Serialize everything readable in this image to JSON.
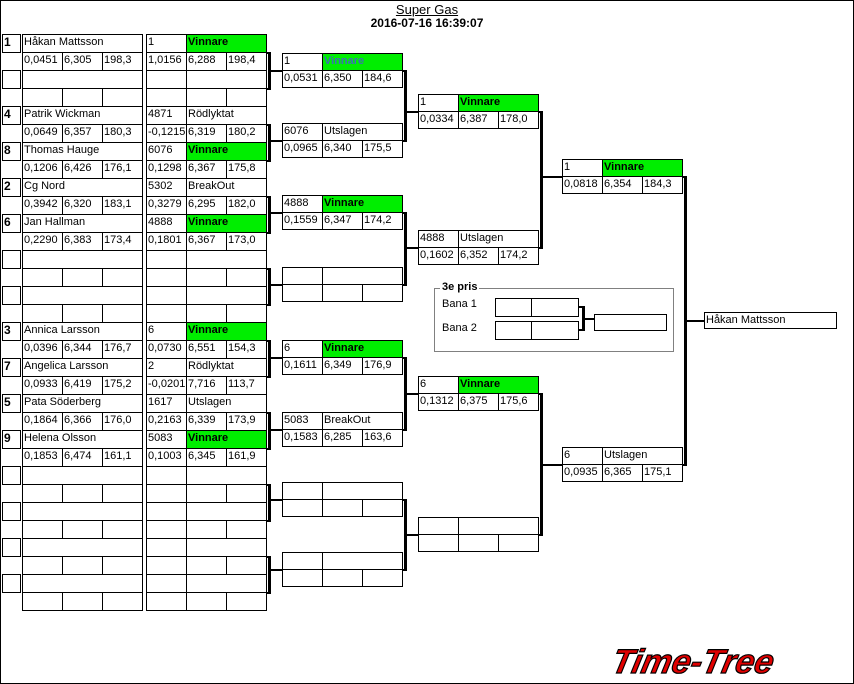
{
  "header": {
    "title": "Super Gas",
    "timestamp": "2016-07-16 16:39:07"
  },
  "colors": {
    "winner_bg": "#00ee00",
    "selected_text": "#3d6fb5",
    "logo_red": "#e00000"
  },
  "round1": [
    {
      "seed": "1",
      "name": "Håkan Mattsson",
      "reaction": "0,0451",
      "et": "6,305",
      "speed": "198,3",
      "result": {
        "id": "1",
        "status": "Vinnare",
        "reaction": "1,0156",
        "et": "6,288",
        "speed": "198,4"
      }
    },
    null,
    {
      "seed": "4",
      "name": "Patrik Wickman",
      "reaction": "0,0649",
      "et": "6,357",
      "speed": "180,3",
      "result": {
        "id": "4871",
        "status": "Rödlyktat",
        "reaction": "-0,1215",
        "et": "6,319",
        "speed": "180,2"
      }
    },
    {
      "seed": "8",
      "name": "Thomas Hauge",
      "reaction": "0,1206",
      "et": "6,426",
      "speed": "176,1",
      "result": {
        "id": "6076",
        "status": "Vinnare",
        "reaction": "0,1298",
        "et": "6,367",
        "speed": "175,8"
      }
    },
    {
      "seed": "2",
      "name": "Cg Nord",
      "reaction": "0,3942",
      "et": "6,320",
      "speed": "183,1",
      "result": {
        "id": "5302",
        "status": "BreakOut",
        "reaction": "0,3279",
        "et": "6,295",
        "speed": "182,0"
      }
    },
    {
      "seed": "6",
      "name": "Jan Hallman",
      "reaction": "0,2290",
      "et": "6,383",
      "speed": "173,4",
      "result": {
        "id": "4888",
        "status": "Vinnare",
        "reaction": "0,1801",
        "et": "6,367",
        "speed": "173,0"
      }
    },
    null,
    null,
    {
      "seed": "3",
      "name": "Annica Larsson",
      "reaction": "0,0396",
      "et": "6,344",
      "speed": "176,7",
      "result": {
        "id": "6",
        "status": "Vinnare",
        "reaction": "0,0730",
        "et": "6,551",
        "speed": "154,3"
      }
    },
    {
      "seed": "7",
      "name": "Angelica Larsson",
      "reaction": "0,0933",
      "et": "6,419",
      "speed": "175,2",
      "result": {
        "id": "2",
        "status": "Rödlyktat",
        "reaction": "-0,0201",
        "et": "7,716",
        "speed": "113,7"
      }
    },
    {
      "seed": "5",
      "name": "Pata Söderberg",
      "reaction": "0,1864",
      "et": "6,366",
      "speed": "176,0",
      "result": {
        "id": "1617",
        "status": "Utslagen",
        "reaction": "0,2163",
        "et": "6,339",
        "speed": "173,9"
      }
    },
    {
      "seed": "9",
      "name": "Helena Olsson",
      "reaction": "0,1853",
      "et": "6,474",
      "speed": "161,1",
      "result": {
        "id": "5083",
        "status": "Vinnare",
        "reaction": "0,1003",
        "et": "6,345",
        "speed": "161,9"
      }
    },
    null,
    null,
    null,
    null
  ],
  "round2": [
    {
      "id": "1",
      "status": "Vinnare",
      "reaction": "0,0531",
      "et": "6,350",
      "speed": "184,6",
      "selected": true
    },
    {
      "id": "6076",
      "status": "Utslagen",
      "reaction": "0,0965",
      "et": "6,340",
      "speed": "175,5"
    },
    {
      "id": "4888",
      "status": "Vinnare",
      "reaction": "0,1559",
      "et": "6,347",
      "speed": "174,2"
    },
    null,
    {
      "id": "6",
      "status": "Vinnare",
      "reaction": "0,1611",
      "et": "6,349",
      "speed": "176,9"
    },
    {
      "id": "5083",
      "status": "BreakOut",
      "reaction": "0,1583",
      "et": "6,285",
      "speed": "163,6"
    },
    null,
    null
  ],
  "round3": [
    {
      "id": "1",
      "status": "Vinnare",
      "reaction": "0,0334",
      "et": "6,387",
      "speed": "178,0"
    },
    {
      "id": "4888",
      "status": "Utslagen",
      "reaction": "0,1602",
      "et": "6,352",
      "speed": "174,2"
    },
    {
      "id": "6",
      "status": "Vinnare",
      "reaction": "0,1312",
      "et": "6,375",
      "speed": "175,6"
    },
    null
  ],
  "round4": [
    {
      "id": "1",
      "status": "Vinnare",
      "reaction": "0,0818",
      "et": "6,354",
      "speed": "184,3"
    },
    {
      "id": "6",
      "status": "Utslagen",
      "reaction": "0,0935",
      "et": "6,365",
      "speed": "175,1"
    }
  ],
  "final": {
    "winner": "Håkan Mattsson"
  },
  "third_prize": {
    "title": "3e pris",
    "lane1": "Bana 1",
    "lane2": "Bana 2"
  },
  "logo": {
    "text": "Time-Tree"
  }
}
